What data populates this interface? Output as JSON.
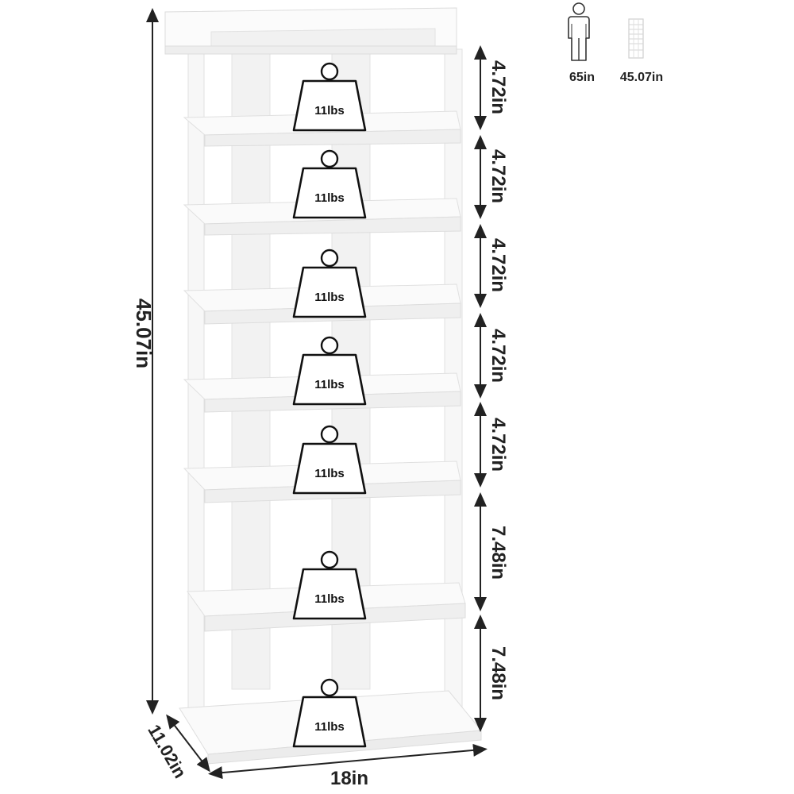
{
  "dimensions": {
    "height_label": "45.07in",
    "width_label": "18in",
    "depth_label": "11.02in",
    "tier_gaps": [
      "4.72in",
      "4.72in",
      "4.72in",
      "4.72in",
      "4.72in",
      "7.48in",
      "7.48in"
    ]
  },
  "weights": [
    "11lbs",
    "11lbs",
    "11lbs",
    "11lbs",
    "11lbs",
    "11lbs",
    "11lbs"
  ],
  "legend": {
    "person_height": "65in",
    "rack_height": "45.07in"
  },
  "colors": {
    "shelf": "#fafafa",
    "shelf_edge": "#e2e2e2",
    "shadow": "#ececec",
    "ink": "#222222"
  }
}
